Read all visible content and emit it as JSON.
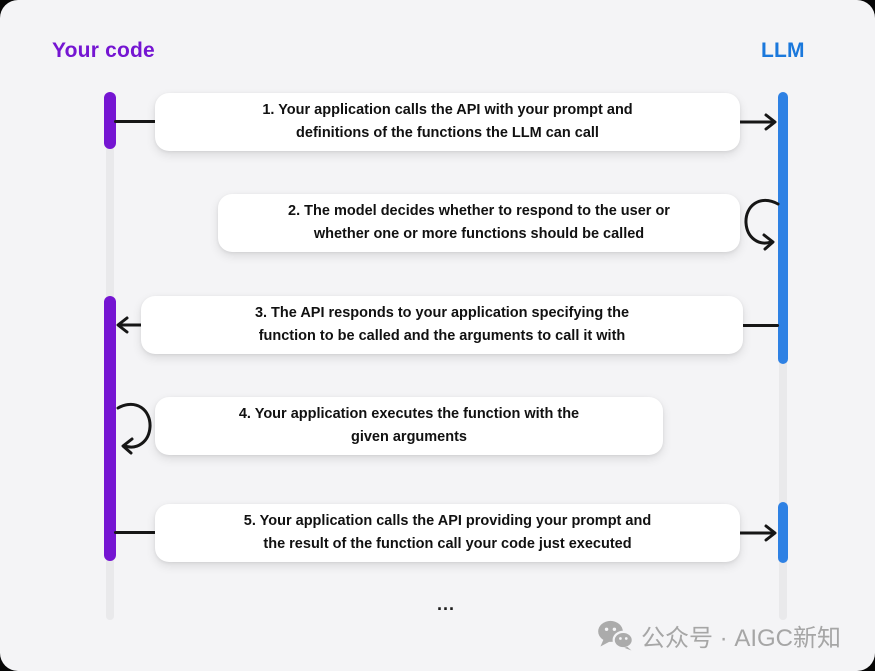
{
  "header": {
    "left_label": "Your code",
    "right_label": "LLM"
  },
  "steps": [
    {
      "text": "1. Your application calls the API with your prompt and\ndefinitions of the functions the LLM can call",
      "from": "your-code",
      "to": "llm",
      "arrow": "right"
    },
    {
      "text": "2. The model decides whether to respond to the user or\nwhether one or more functions should be called",
      "from": "llm",
      "to": "llm",
      "arrow": "self-loop-llm"
    },
    {
      "text": "3. The API responds to your application specifying the\nfunction to be called and the arguments to call it with",
      "from": "llm",
      "to": "your-code",
      "arrow": "left"
    },
    {
      "text": "4. Your application executes the function with the\ngiven arguments",
      "from": "your-code",
      "to": "your-code",
      "arrow": "self-loop-your-code"
    },
    {
      "text": "5. Your application calls the API providing your prompt and\nthe result of the function call your code just executed",
      "from": "your-code",
      "to": "llm",
      "arrow": "right"
    }
  ],
  "ellipsis": "...",
  "watermark": {
    "icon": "wechat-icon",
    "text": "公众号 · AIGC新知"
  },
  "colors": {
    "your_code": "#7515d2",
    "llm_line": "#2e81e4",
    "llm_text": "#1a78dc",
    "arrow": "#161616",
    "canvas_bg": "#f4f4f6",
    "box_bg": "#ffffff",
    "box_text": "#111111",
    "lifeline_faint": "#e9e9eb",
    "watermark": "#a6a6a6"
  }
}
